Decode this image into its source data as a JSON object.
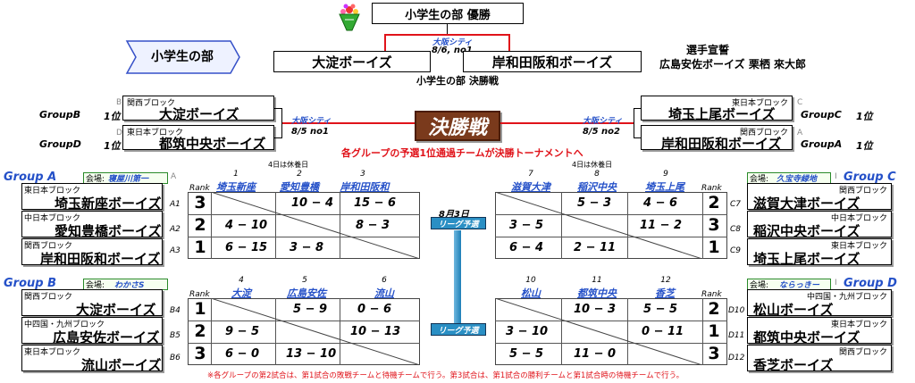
{
  "header": {
    "title": "小学生の部 優勝",
    "left_badge": "小学生の部",
    "final_venue": "大阪シティ",
    "final_date": "8/6, no1",
    "final_left": "大淀ボーイズ",
    "final_right": "岸和田阪和ボーイズ",
    "final_caption": "小学生の部 決勝戦",
    "oath_label": "選手宣誓",
    "oath_text": "広島安佐ボーイズ 栗栖 來大郎"
  },
  "semis": {
    "banner": "決勝戦",
    "notice": "各グループの予選1位通過チームが決勝トーナメントへ",
    "left": [
      {
        "group": "GroupB",
        "rank": "1位",
        "letter": "B",
        "block": "関西ブロック",
        "team": "大淀ボーイズ"
      },
      {
        "group": "GroupD",
        "rank": "1位",
        "letter": "D",
        "block": "東日本ブロック",
        "team": "都筑中央ボーイズ"
      }
    ],
    "right": [
      {
        "group": "GroupC",
        "rank": "1位",
        "letter": "C",
        "block": "東日本ブロック",
        "team": "埼玉上尾ボーイズ"
      },
      {
        "group": "GroupA",
        "rank": "1位",
        "letter": "A",
        "block": "関西ブロック",
        "team": "岸和田阪和ボーイズ"
      }
    ],
    "left_venue": "大阪シティ",
    "left_match": "8/5 no1",
    "right_venue": "大阪シティ",
    "right_match": "8/5 no2"
  },
  "center": {
    "date": "8月3日",
    "league_top": "リーグ予選",
    "league_bottom": "リーグ予選"
  },
  "groups": {
    "A": {
      "title": "Group A",
      "venue_label": "会場:",
      "venue": "寝屋川第一",
      "letter_hint": "A",
      "rest_note": "4日は休養日",
      "rank_label": "Rank",
      "cols": [
        {
          "num": "1",
          "name": "埼玉新座"
        },
        {
          "num": "2",
          "name": "愛知豊橋"
        },
        {
          "num": "3",
          "name": "岸和田阪和"
        }
      ],
      "rows": [
        {
          "block": "東日本ブロック",
          "team": "埼玉新座ボーイズ",
          "code": "A1",
          "rank": "3",
          "cells": [
            "",
            "10 − 4",
            "15 − 6"
          ]
        },
        {
          "block": "中日本ブロック",
          "team": "愛知豊橋ボーイズ",
          "code": "A2",
          "rank": "2",
          "cells": [
            "4 − 10",
            "",
            "8 − 3"
          ]
        },
        {
          "block": "関西ブロック",
          "team": "岸和田阪和ボーイズ",
          "code": "A3",
          "rank": "1",
          "cells": [
            "6 − 15",
            "3 − 8",
            ""
          ]
        }
      ]
    },
    "B": {
      "title": "Group B",
      "venue_label": "会場:",
      "venue": "わかさS",
      "rank_label": "Rank",
      "cols": [
        {
          "num": "4",
          "name": "大淀"
        },
        {
          "num": "5",
          "name": "広島安佐"
        },
        {
          "num": "6",
          "name": "流山"
        }
      ],
      "rows": [
        {
          "block": "関西ブロック",
          "team": "大淀ボーイズ",
          "code": "B4",
          "rank": "1",
          "cells": [
            "",
            "5 − 9",
            "0 − 6"
          ]
        },
        {
          "block": "中四国・九州ブロック",
          "team": "広島安佐ボーイズ",
          "code": "B5",
          "rank": "2",
          "cells": [
            "9 − 5",
            "",
            "10 − 13"
          ]
        },
        {
          "block": "東日本ブロック",
          "team": "流山ボーイズ",
          "code": "B6",
          "rank": "3",
          "cells": [
            "6 − 0",
            "13 − 10",
            ""
          ]
        }
      ]
    },
    "C": {
      "title": "Group C",
      "venue_label": "会場:",
      "venue": "久宝寺緑地",
      "letter_hint": "I",
      "rest_note": "4日は休養日",
      "rank_label": "Rank",
      "cols": [
        {
          "num": "7",
          "name": "滋賀大津"
        },
        {
          "num": "8",
          "name": "稲沢中央"
        },
        {
          "num": "9",
          "name": "埼玉上尾"
        }
      ],
      "rows": [
        {
          "block": "関西ブロック",
          "team": "滋賀大津ボーイズ",
          "code": "C7",
          "rank": "2",
          "cells": [
            "",
            "5 − 3",
            "4 − 6"
          ]
        },
        {
          "block": "中日本ブロック",
          "team": "稲沢中央ボーイズ",
          "code": "C8",
          "rank": "3",
          "cells": [
            "3 − 5",
            "",
            "11 − 2"
          ]
        },
        {
          "block": "東日本ブロック",
          "team": "埼玉上尾ボーイズ",
          "code": "C9",
          "rank": "1",
          "cells": [
            "6 − 4",
            "2 − 11",
            ""
          ]
        }
      ]
    },
    "D": {
      "title": "Group D",
      "venue_label": "会場:",
      "venue": "ならっきー",
      "letter_hint": "I",
      "rank_label": "Rank",
      "cols": [
        {
          "num": "10",
          "name": "松山"
        },
        {
          "num": "11",
          "name": "都筑中央"
        },
        {
          "num": "12",
          "name": "香芝"
        }
      ],
      "rows": [
        {
          "block": "中四国・九州ブロック",
          "team": "松山ボーイズ",
          "code": "D10",
          "rank": "2",
          "cells": [
            "",
            "10 − 3",
            "5 − 5"
          ]
        },
        {
          "block": "東日本ブロック",
          "team": "都筑中央ボーイズ",
          "code": "D11",
          "rank": "1",
          "cells": [
            "3 − 10",
            "",
            "0 − 11"
          ]
        },
        {
          "block": "関西ブロック",
          "team": "香芝ボーイズ",
          "code": "D12",
          "rank": "3",
          "cells": [
            "5 − 5",
            "11 − 0",
            ""
          ]
        }
      ]
    }
  },
  "footer": "※各グループの第2試合は、第1試合の敗戦チームと待機チームで行う。第3試合は、第1試合の勝利チームと第1試合時の待機チームで行う。",
  "colors": {
    "accent_red": "#e0131a",
    "accent_blue": "#2450c8",
    "banner_brown": "#7a3a1c",
    "league_teal": "#2a8fc4"
  }
}
